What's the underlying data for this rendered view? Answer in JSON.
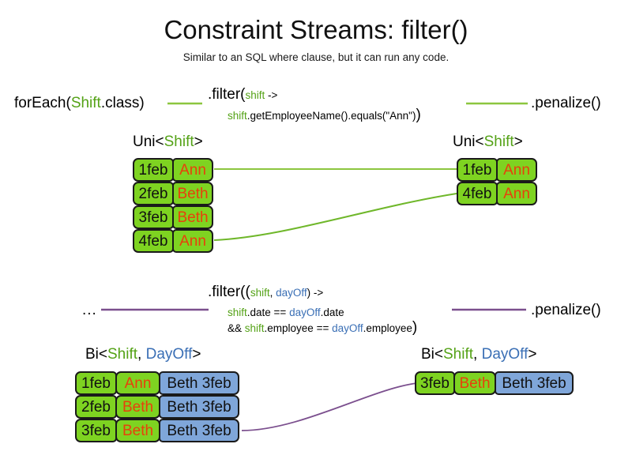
{
  "header": {
    "title": "Constraint Streams: filter()",
    "subtitle": "Similar to an SQL where clause, but it can run any code."
  },
  "colors": {
    "shift_type": "#54a216",
    "dayoff_type": "#3a6fb5",
    "green_fill": "#7ed321",
    "blue_fill": "#7fa6d9",
    "name_text": "#e8400c",
    "wire_green": "#6fb72a",
    "wire_purple": "#7b4f8e",
    "text": "#111111"
  },
  "pipeline_uni": {
    "source_label": {
      "prefix": "forEach(",
      "type": "Shift",
      "suffix": ".class)"
    },
    "filter": {
      "line1_prefix": ".filter(",
      "line1_param": "shift",
      "line1_suffix": " ->",
      "line2_param": "shift",
      "line2_body": ".getEmployeeName().equals(\"Ann\")",
      "line2_close": ")"
    },
    "sink_label": ".penalize()",
    "input_caption": {
      "prefix": "Uni<",
      "type": "Shift",
      "suffix": ">"
    },
    "output_caption": {
      "prefix": "Uni<",
      "type": "Shift",
      "suffix": ">"
    },
    "input_rows": [
      {
        "date": "1feb",
        "name": "Ann"
      },
      {
        "date": "2feb",
        "name": "Beth"
      },
      {
        "date": "3feb",
        "name": "Beth"
      },
      {
        "date": "4feb",
        "name": "Ann"
      }
    ],
    "output_rows": [
      {
        "date": "1feb",
        "name": "Ann"
      },
      {
        "date": "4feb",
        "name": "Ann"
      }
    ]
  },
  "pipeline_bi": {
    "source_label": "...",
    "filter": {
      "line1_prefix": ".filter((",
      "line1_param_a": "shift",
      "line1_comma": ", ",
      "line1_param_b": "dayOff",
      "line1_suffix": ") ->",
      "line2_param_a": "shift",
      "line2_mid": ".date == ",
      "line2_param_b": "dayOff",
      "line2_end": ".date",
      "line3_prefix": "&& ",
      "line3_param_a": "shift",
      "line3_mid": ".employee == ",
      "line3_param_b": "dayOff",
      "line3_end": ".employee",
      "line3_close": ")"
    },
    "sink_label": ".penalize()",
    "input_caption": {
      "prefix": "Bi<",
      "type_a": "Shift",
      "comma": ", ",
      "type_b": "DayOff",
      "suffix": ">"
    },
    "output_caption": {
      "prefix": "Bi<",
      "type_a": "Shift",
      "comma": ", ",
      "type_b": "DayOff",
      "suffix": ">"
    },
    "input_rows": [
      {
        "date": "1feb",
        "name": "Ann",
        "dayoff": "Beth 3feb"
      },
      {
        "date": "2feb",
        "name": "Beth",
        "dayoff": "Beth 3feb"
      },
      {
        "date": "3feb",
        "name": "Beth",
        "dayoff": "Beth 3feb"
      }
    ],
    "output_rows": [
      {
        "date": "3feb",
        "name": "Beth",
        "dayoff": "Beth 3feb"
      }
    ]
  }
}
